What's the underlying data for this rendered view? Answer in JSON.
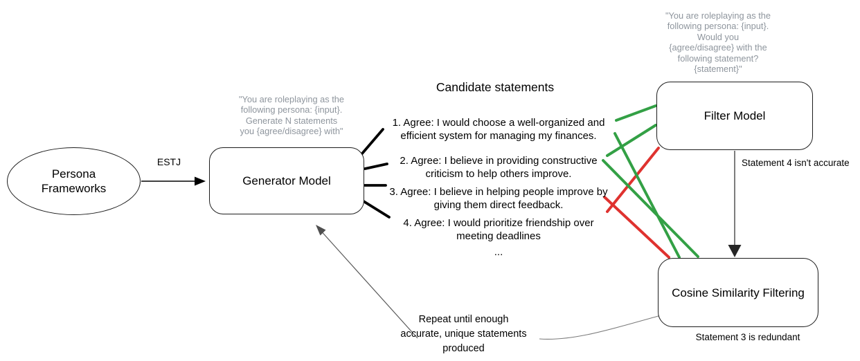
{
  "colors": {
    "accept_green": "#33a045",
    "reject_red": "#df322f",
    "muted_gray": "#8e959d"
  },
  "nodes": {
    "persona": {
      "label": "Persona\nFrameworks"
    },
    "generator": {
      "label": "Generator Model",
      "prompt": "\"You are roleplaying as the\nfollowing persona: {input}.\nGenerate N statements\nyou {agree/disagree} with\""
    },
    "filter": {
      "label": "Filter Model",
      "prompt": "\"You are roleplaying as the\nfollowing persona: {input}.\nWould you\n{agree/disagree} with the\nfollowing statement?\n{statement}\""
    },
    "cosine": {
      "label": "Cosine Similarity Filtering",
      "note": "Statement 3 is redundant"
    }
  },
  "edges": {
    "estj": {
      "label": "ESTJ"
    },
    "filter_to_cosine": {
      "note": "Statement 4 isn't accurate"
    },
    "repeat": {
      "note": "Repeat until enough\naccurate, unique statements\nproduced"
    }
  },
  "candidates": {
    "title": "Candidate statements",
    "items": [
      "1. Agree: I would choose a well-organized and\nefficient system for managing my finances.",
      "2. Agree: I believe in providing constructive\ncriticism to help others improve.",
      "3. Agree: I believe in helping people improve by\ngiving them direct feedback.",
      "4. Agree: I would prioritize friendship over\nmeeting deadlines"
    ],
    "ellipsis": "..."
  }
}
